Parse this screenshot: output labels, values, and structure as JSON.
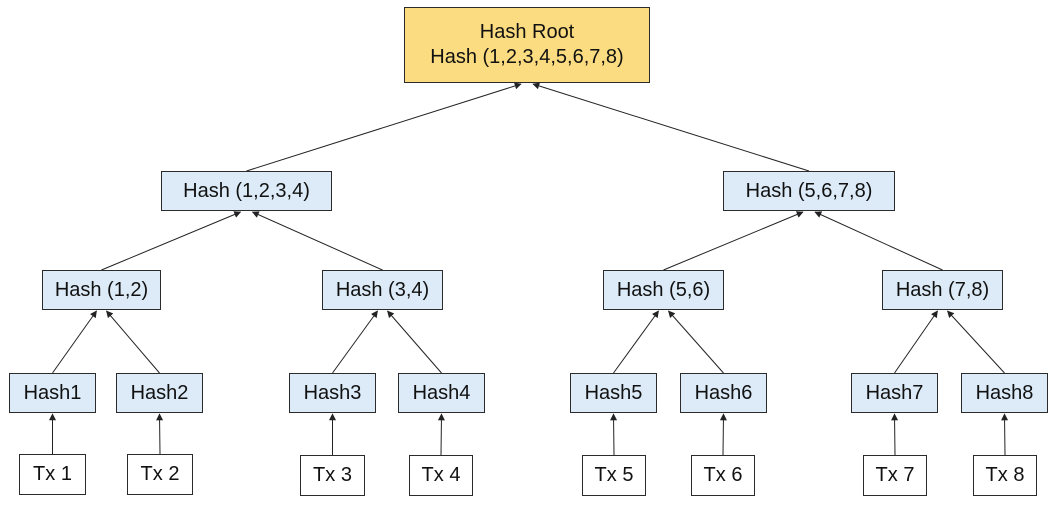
{
  "colors": {
    "root_fill": "#fbdc80",
    "node_fill": "#dcebf7",
    "stroke": "#2b2b2b",
    "edge": "#222222"
  },
  "nodes": [
    {
      "id": "root",
      "lines": [
        "Hash Root",
        "Hash (1,2,3,4,5,6,7,8)"
      ],
      "kind": "root"
    },
    {
      "id": "h1234",
      "lines": [
        "Hash (1,2,3,4)"
      ],
      "kind": "hash"
    },
    {
      "id": "h5678",
      "lines": [
        "Hash (5,6,7,8)"
      ],
      "kind": "hash"
    },
    {
      "id": "h12",
      "lines": [
        "Hash (1,2)"
      ],
      "kind": "hash"
    },
    {
      "id": "h34",
      "lines": [
        "Hash (3,4)"
      ],
      "kind": "hash"
    },
    {
      "id": "h56",
      "lines": [
        "Hash (5,6)"
      ],
      "kind": "hash"
    },
    {
      "id": "h78",
      "lines": [
        "Hash (7,8)"
      ],
      "kind": "hash"
    },
    {
      "id": "hash1",
      "lines": [
        "Hash1"
      ],
      "kind": "hash"
    },
    {
      "id": "hash2",
      "lines": [
        "Hash2"
      ],
      "kind": "hash"
    },
    {
      "id": "hash3",
      "lines": [
        "Hash3"
      ],
      "kind": "hash"
    },
    {
      "id": "hash4",
      "lines": [
        "Hash4"
      ],
      "kind": "hash"
    },
    {
      "id": "hash5",
      "lines": [
        "Hash5"
      ],
      "kind": "hash"
    },
    {
      "id": "hash6",
      "lines": [
        "Hash6"
      ],
      "kind": "hash"
    },
    {
      "id": "hash7",
      "lines": [
        "Hash7"
      ],
      "kind": "hash"
    },
    {
      "id": "hash8",
      "lines": [
        "Hash8"
      ],
      "kind": "hash"
    },
    {
      "id": "tx1",
      "lines": [
        "Tx 1"
      ],
      "kind": "tx"
    },
    {
      "id": "tx2",
      "lines": [
        "Tx 2"
      ],
      "kind": "tx"
    },
    {
      "id": "tx3",
      "lines": [
        "Tx 3"
      ],
      "kind": "tx"
    },
    {
      "id": "tx4",
      "lines": [
        "Tx 4"
      ],
      "kind": "tx"
    },
    {
      "id": "tx5",
      "lines": [
        "Tx 5"
      ],
      "kind": "tx"
    },
    {
      "id": "tx6",
      "lines": [
        "Tx 6"
      ],
      "kind": "tx"
    },
    {
      "id": "tx7",
      "lines": [
        "Tx 7"
      ],
      "kind": "tx"
    },
    {
      "id": "tx8",
      "lines": [
        "Tx 8"
      ],
      "kind": "tx"
    }
  ],
  "edges": [
    {
      "from": "h1234",
      "to": "root"
    },
    {
      "from": "h5678",
      "to": "root"
    },
    {
      "from": "h12",
      "to": "h1234"
    },
    {
      "from": "h34",
      "to": "h1234"
    },
    {
      "from": "h56",
      "to": "h5678"
    },
    {
      "from": "h78",
      "to": "h5678"
    },
    {
      "from": "hash1",
      "to": "h12"
    },
    {
      "from": "hash2",
      "to": "h12"
    },
    {
      "from": "hash3",
      "to": "h34"
    },
    {
      "from": "hash4",
      "to": "h34"
    },
    {
      "from": "hash5",
      "to": "h56"
    },
    {
      "from": "hash6",
      "to": "h56"
    },
    {
      "from": "hash7",
      "to": "h78"
    },
    {
      "from": "hash8",
      "to": "h78"
    },
    {
      "from": "tx1",
      "to": "hash1"
    },
    {
      "from": "tx2",
      "to": "hash2"
    },
    {
      "from": "tx3",
      "to": "hash3"
    },
    {
      "from": "tx4",
      "to": "hash4"
    },
    {
      "from": "tx5",
      "to": "hash5"
    },
    {
      "from": "tx6",
      "to": "hash6"
    },
    {
      "from": "tx7",
      "to": "hash7"
    },
    {
      "from": "tx8",
      "to": "hash8"
    }
  ]
}
